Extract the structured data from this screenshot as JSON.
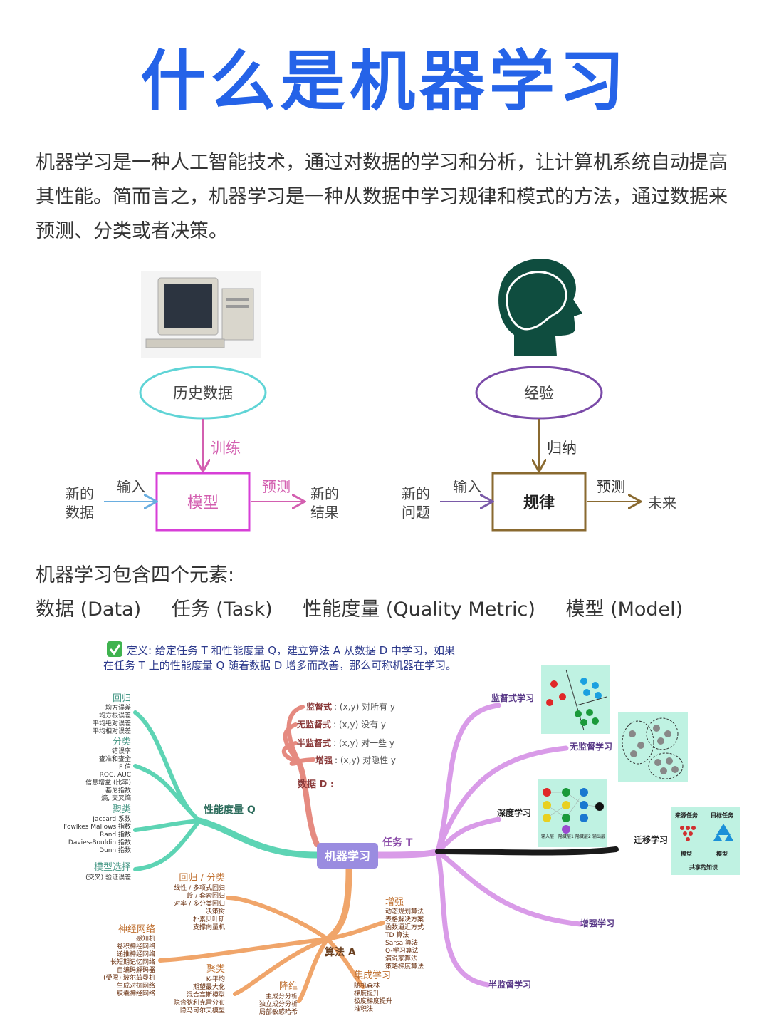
{
  "title": "什么是机器学习",
  "intro": "机器学习是一种人工智能技术，通过对数据的学习和分析，让计算机系统自动提高其性能。简而言之，机器学习是一种从数据中学习规律和模式的方法，通过数据来预测、分类或者决策。",
  "flow": {
    "left": {
      "source": "历史数据",
      "train": "训练",
      "model": "模型",
      "input": "输入",
      "predict": "预测",
      "new_data": [
        "新的",
        "数据"
      ],
      "new_result": [
        "新的",
        "结果"
      ]
    },
    "right": {
      "source": "经验",
      "induce": "归纳",
      "rule": "规律",
      "input": "输入",
      "predict": "预测",
      "new_problem": [
        "新的",
        "问题"
      ],
      "future": "未来"
    }
  },
  "elements": {
    "heading": "机器学习包含四个元素:",
    "items": [
      "数据 (Data)",
      "任务 (Task)",
      "性能度量 (Quality Metric)",
      "模型 (Model)"
    ]
  },
  "definition": {
    "line1": "定义: 给定任务 T 和性能度量 Q，建立算法 A 从数据 D 中学习，如果",
    "line2": "在任务 T 上的性能度量 Q 随着数据 D 增多而改善，那么可称机器在学习。"
  },
  "mindmap": {
    "center": "机器学习",
    "metric": {
      "label": "性能度量 Q",
      "groups": [
        {
          "name": "回归",
          "items": [
            "均方误差",
            "均方根误差",
            "平均绝对误差",
            "平均相对误差"
          ]
        },
        {
          "name": "分类",
          "items": [
            "错误率",
            "查准和查全",
            "F 值",
            "ROC, AUC",
            "信息增益 (比率)",
            "基尼指数",
            "熵, 交叉熵"
          ]
        },
        {
          "name": "聚类",
          "items": [
            "Jaccard 系数",
            "Fowlkes Mallows 指数",
            "Rand 指数",
            "Davies-Bouldin 指数",
            "Dunn 指数"
          ]
        },
        {
          "name": "模型选择",
          "items": [
            "(交叉) 验证误差"
          ]
        }
      ]
    },
    "data": {
      "label": "数据 D :",
      "items": [
        {
          "name": "监督式",
          "desc": ": (x,y) 对所有 y"
        },
        {
          "name": "无监督式",
          "desc": ": (x,y) 没有 y"
        },
        {
          "name": "半监督式",
          "desc": ": (x,y) 对一些 y"
        },
        {
          "name": "增强",
          "desc": ": (x,y) 对隐性 y"
        }
      ]
    },
    "task": {
      "label": "任务 T",
      "items": [
        "监督式学习",
        "无监督学习",
        "深度学习",
        "迁移学习",
        "增强学习",
        "半监督学习"
      ],
      "nn_labels": [
        "输入层",
        "隐藏层1",
        "隐藏层2",
        "输出层"
      ],
      "transfer_labels": {
        "source": "来源任务",
        "target": "目标任务",
        "model1": "模型",
        "model2": "模型",
        "shared": "共享的知识"
      }
    },
    "algo": {
      "label": "算法 A",
      "groups": [
        {
          "name": "回归 / 分类",
          "items": [
            "线性 / 多项式回归",
            "岭 / 套索回归",
            "对率 / 多分类回归",
            "决策树",
            "朴素贝叶斯",
            "支撑向量机"
          ]
        },
        {
          "name": "神经网络",
          "items": [
            "感知机",
            "卷积神经网络",
            "递推神经网络",
            "长短期记忆网络",
            "自编码解码器",
            "(受限) 玻尔兹曼机",
            "生成对抗网络",
            "胶囊神经网络"
          ]
        },
        {
          "name": "聚类",
          "items": [
            "K-平均",
            "期望最大化",
            "混合高斯模型",
            "隐含狄利克雷分布",
            "隐马可尔夫模型"
          ]
        },
        {
          "name": "降维",
          "items": [
            "主成分分析",
            "独立成分分析",
            "局部敏感哈希"
          ]
        },
        {
          "name": "增强",
          "items": [
            "动态规划算法",
            "表格解决方案",
            "函数逼近方式",
            "TD 算法",
            "Sarsa 算法",
            "Q-学习算法",
            "演说家算法",
            "策略梯度算法"
          ]
        },
        {
          "name": "集成学习",
          "items": [
            "随机森林",
            "梯度提升",
            "极度梯度提升",
            "堆积法"
          ]
        }
      ]
    }
  },
  "colors": {
    "title": "#2563e8",
    "teal": "#5dd4b4",
    "salmon": "#e58a80",
    "orange": "#f0a56a",
    "purple": "#d99be8",
    "center": "#9a8ce0",
    "dark_green": "#0f4d3f"
  }
}
